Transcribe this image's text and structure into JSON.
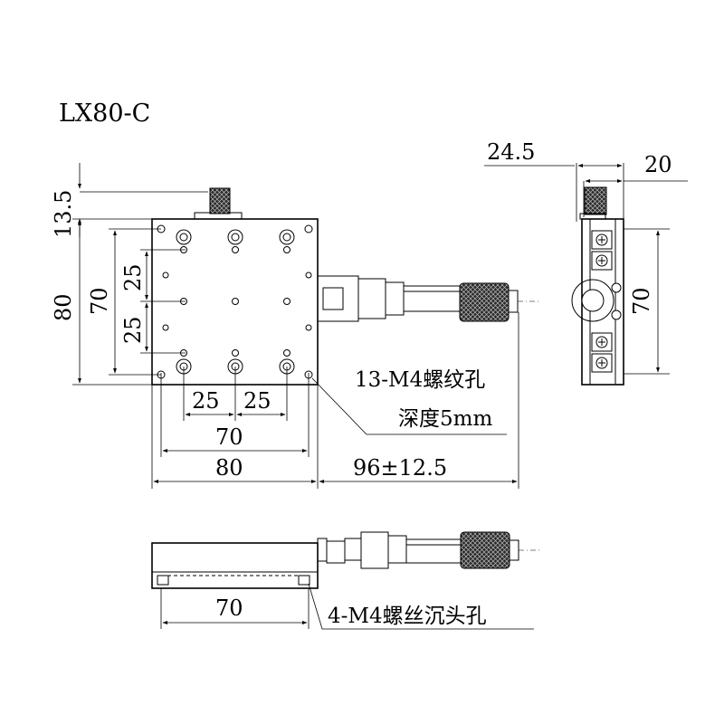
{
  "model": "LX80-C",
  "dims": {
    "top_height": "13.5",
    "side_width": "24.5",
    "side_right": "20",
    "outer_v": "80",
    "inner_v": "70",
    "spacing_v_top": "25",
    "spacing_v_bottom": "25",
    "spacing_h_left": "25",
    "spacing_h_right": "25",
    "inner_h": "70",
    "outer_h": "80",
    "travel": "96±12.5",
    "side_v": "70",
    "bottom_h": "70"
  },
  "notes": {
    "thread_holes": "13-M4螺纹孔",
    "depth": "深度5mm",
    "countersunk": "4-M4螺丝沉头孔"
  }
}
